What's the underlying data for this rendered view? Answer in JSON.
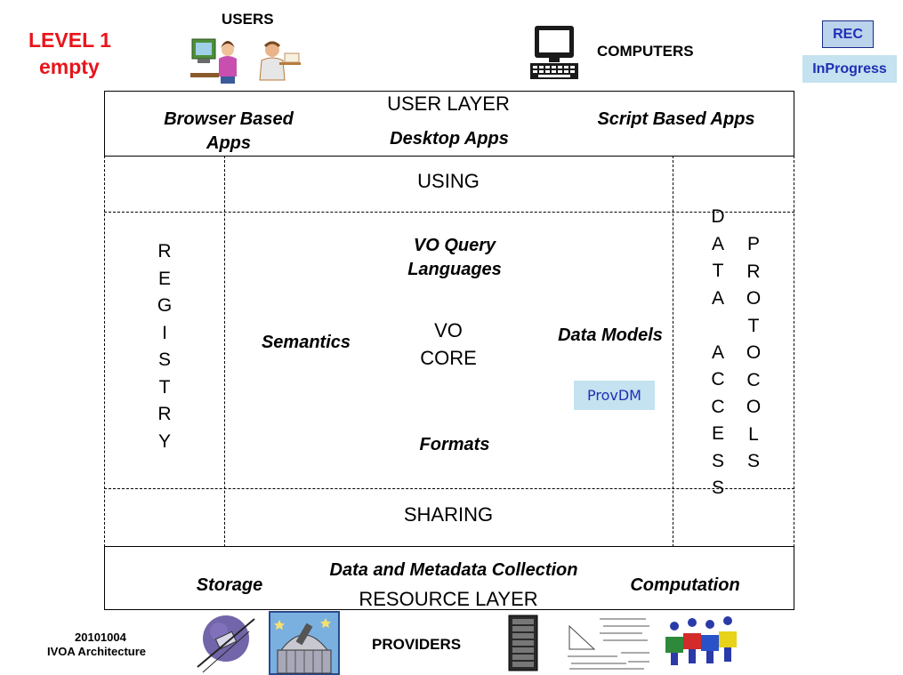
{
  "level": {
    "title": "LEVEL 1",
    "subtitle": "empty"
  },
  "header": {
    "users_label": "USERS",
    "computers_label": "COMPUTERS"
  },
  "status": {
    "rec": "REC",
    "in_progress": "InProgress",
    "rec_color": "#bcd3ec",
    "in_progress_color": "#c4e2ef"
  },
  "user_layer": {
    "title": "USER LAYER",
    "left": "Browser Based Apps",
    "center": "Desktop Apps",
    "right": "Script Based Apps"
  },
  "using": "USING",
  "sharing": "SHARING",
  "registry": "R\nE\nG\nI\nS\nT\nR\nY",
  "data_access": "D\nA\nT\nA\n\nA\nC\nC\nE\nS\nS",
  "protocols": "P\nR\nO\nT\nO\nC\nO\nL\nS",
  "core": {
    "query": "VO Query Languages",
    "semantics": "Semantics",
    "vo_core": "VO CORE",
    "data_models": "Data Models",
    "provdm": "ProvDM",
    "formats": "Formats"
  },
  "resource_layer": {
    "title": "RESOURCE LAYER",
    "left": "Storage",
    "center": "Data and Metadata Collection",
    "right": "Computation"
  },
  "footer": {
    "date": "20101004",
    "name": "IVOA Architecture",
    "providers_label": "PROVIDERS"
  }
}
